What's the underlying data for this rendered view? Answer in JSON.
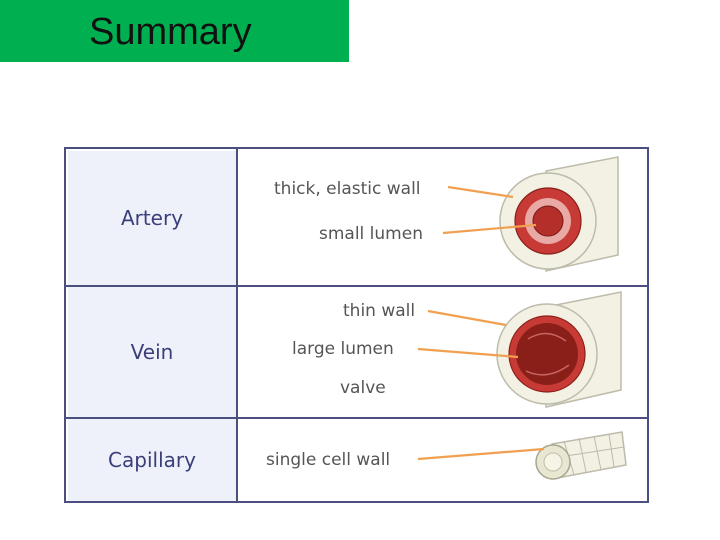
{
  "slide": {
    "title": "Summary"
  },
  "rows": [
    {
      "name": "Artery",
      "labels": [
        "thick, elastic wall",
        "small lumen"
      ]
    },
    {
      "name": "Vein",
      "labels": [
        "thin wall",
        "large lumen",
        "valve"
      ]
    },
    {
      "name": "Capillary",
      "labels": [
        "single cell wall"
      ]
    }
  ],
  "colors": {
    "title_bg": "#00b050",
    "grid": "#4a4f80",
    "name_cell_bg": "#eef0fa",
    "name_text": "#3a3f7a",
    "pointer": "#f0a050",
    "vessel_red": "#c83a35",
    "lumen_dark": "#8a1f1a"
  }
}
